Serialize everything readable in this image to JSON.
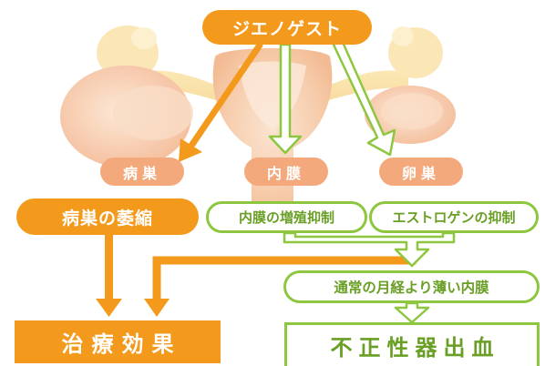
{
  "drug": {
    "label": "ジエノゲスト"
  },
  "organs": {
    "lesion": "病巣",
    "endometrium": "内膜",
    "ovary": "卵巣"
  },
  "left_path": {
    "lesion_shrinkage": "病巣の萎縮",
    "effect": "治療効果"
  },
  "right_path": {
    "endometrium_suppression": "内膜の増殖抑制",
    "estrogen_suppression": "エストロゲンの抑制",
    "thin_endometrium": "通常の月経より薄い内膜",
    "bleeding": "不正性器出血"
  },
  "colors": {
    "orange": "#f39a1d",
    "organ_label": "#f3a97c",
    "green_outline": "#8dc63f",
    "green_text": "#6a9f26",
    "illustration_peach": "#f6c49a"
  }
}
